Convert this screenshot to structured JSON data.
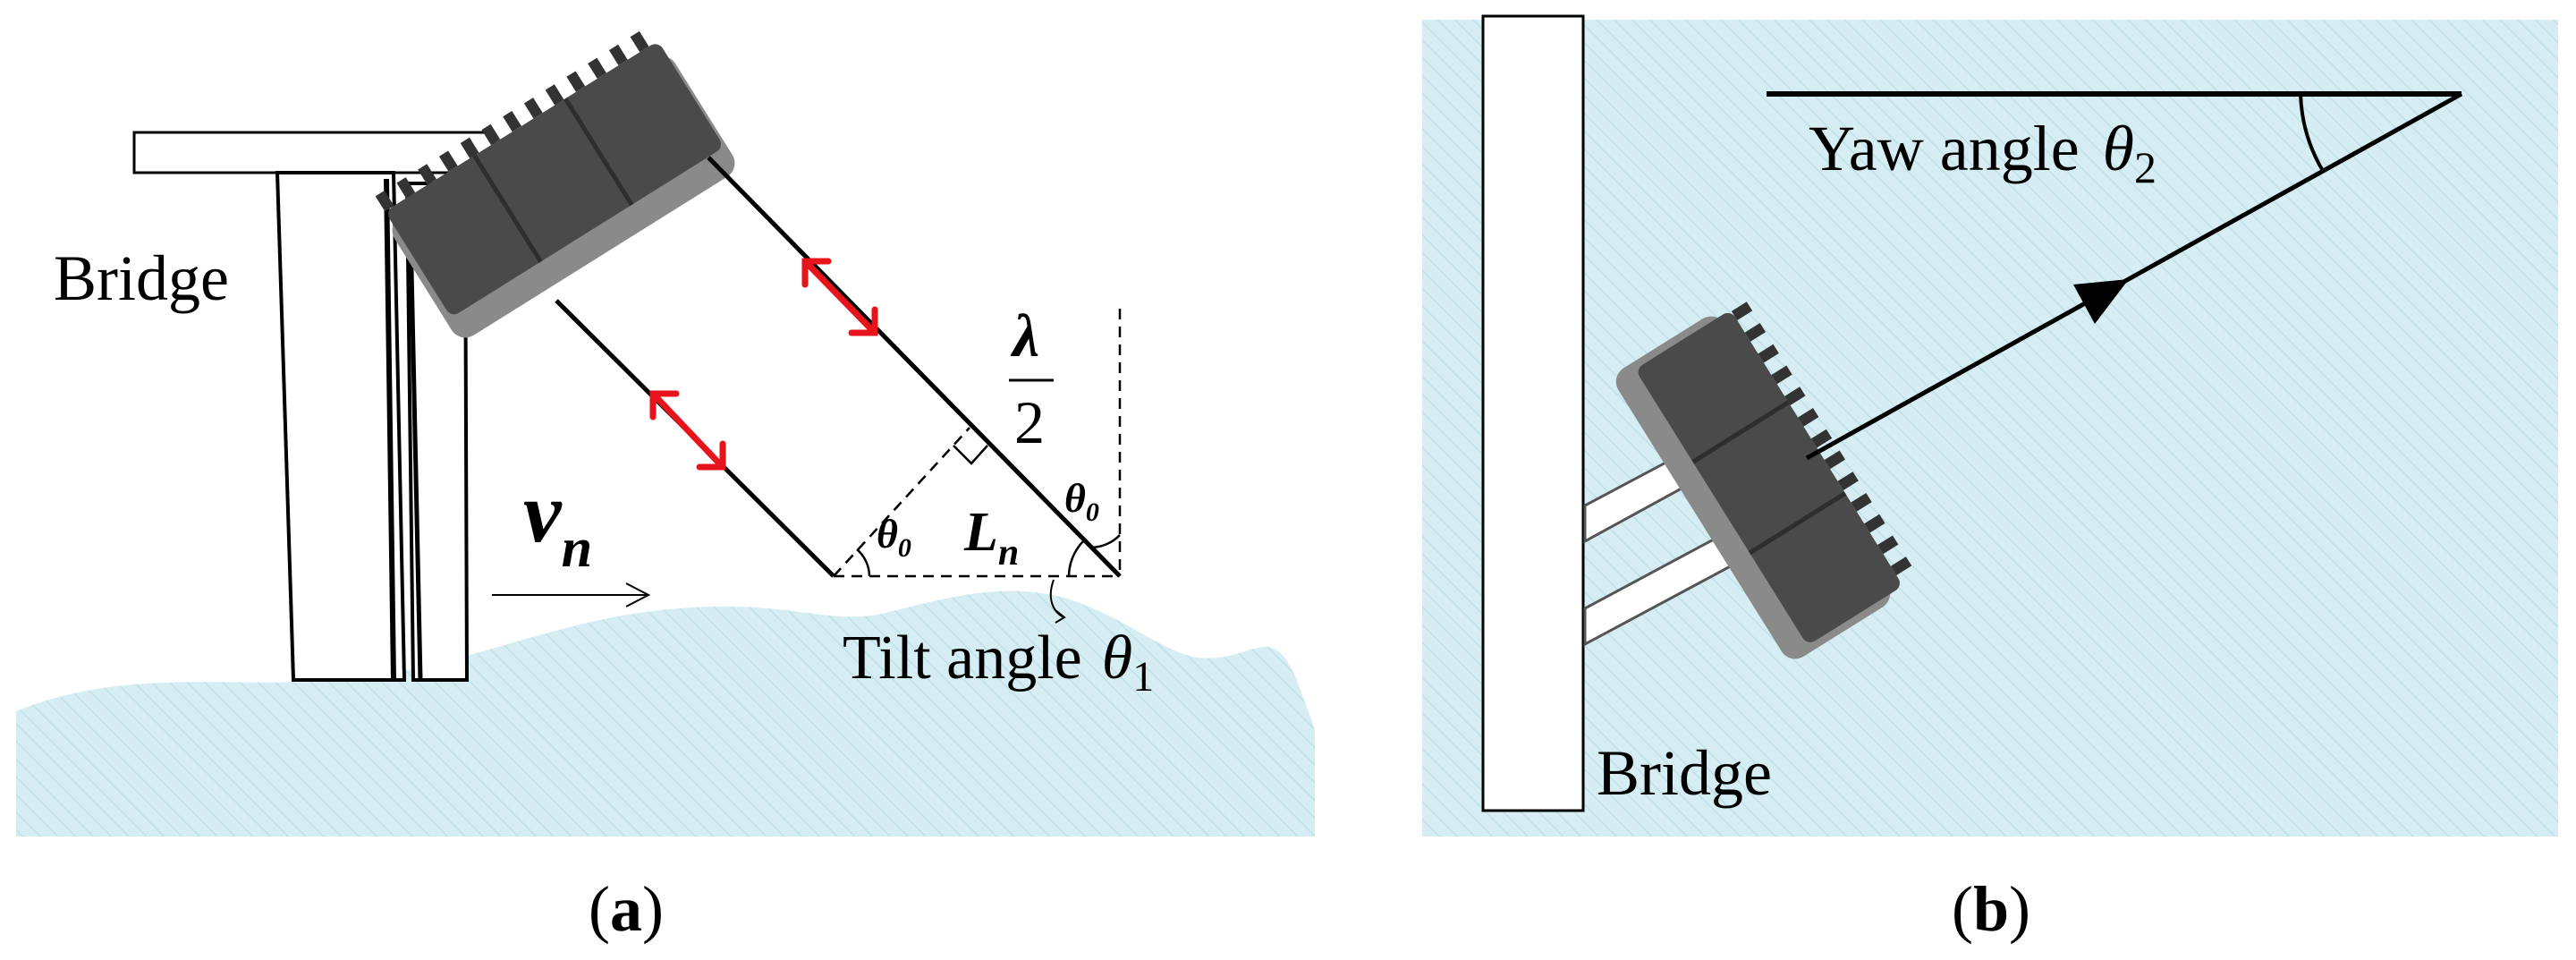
{
  "panel_a": {
    "bridge_label": "Bridge",
    "velocity_symbol": "v",
    "velocity_subscript": "n",
    "half_wavelength_numerator": "λ",
    "half_wavelength_denominator": "2",
    "angle_theta0_symbol": "θ",
    "angle_theta0_subscript": "0",
    "length_symbol": "L",
    "length_subscript": "n",
    "tilt_label": "Tilt angle",
    "tilt_symbol": "θ",
    "tilt_subscript": "1",
    "caption_open": "(",
    "caption_letter": "a",
    "caption_close": ")"
  },
  "panel_b": {
    "bridge_label": "Bridge",
    "yaw_label": "Yaw angle",
    "yaw_symbol": "θ",
    "yaw_subscript": "2",
    "caption_open": "(",
    "caption_letter": "b",
    "caption_close": ")"
  },
  "colors": {
    "water": "#d6eef3",
    "water_hatch": "#b9dde6",
    "arrow_red": "#e8141b",
    "transducer_dark": "#4a4a4a",
    "transducer_rim": "#8a8a8a"
  }
}
